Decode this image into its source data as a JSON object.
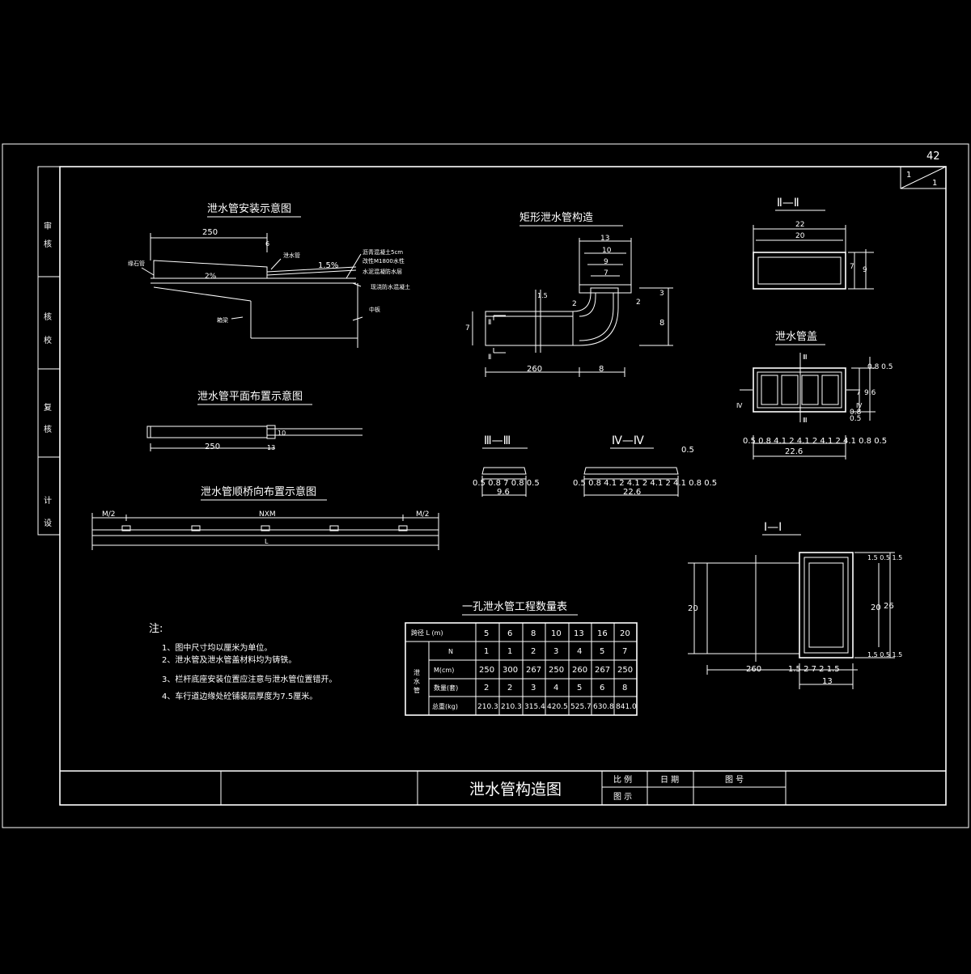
{
  "sheet_number": "42",
  "page_of": {
    "current": "1",
    "total": "1"
  },
  "side_labels": [
    "审",
    "核",
    "复",
    "计"
  ],
  "side_labels_2": [
    "核",
    "校",
    "核",
    "设"
  ],
  "titles": {
    "install": "泄水管安装示意图",
    "plan": "泄水管平面布置示意图",
    "along": "泄水管顺桥向布置示意图",
    "rect": "矩形泄水管构造",
    "sec2": "Ⅱ—Ⅱ",
    "cover": "泄水管盖",
    "sec3": "Ⅲ—Ⅲ",
    "sec4": "Ⅳ—Ⅳ",
    "sec1": "Ⅰ—Ⅰ",
    "table": "一孔泄水管工程数量表"
  },
  "install": {
    "dim_250": "250",
    "dim_6": "6",
    "slope_1": "1.5%",
    "slope_2": "2%",
    "lbl_drain": "泄水管",
    "lbl_left": "缘石管",
    "lbl_layer1": "沥青混凝土5cm",
    "lbl_layer2": "改性M1800水性",
    "lbl_layer3": "水泥混凝防水层",
    "lbl_layer4": "现浇防水混凝土",
    "lbl_beam": "箱梁",
    "lbl_mid": "中板"
  },
  "plan": {
    "dim_250": "250",
    "dim_13": "13",
    "dim_10": "10"
  },
  "along": {
    "m2_left": "M/2",
    "nxm": "NXM",
    "m2_right": "M/2",
    "l": "L"
  },
  "rect": {
    "d13": "13",
    "d10": "10",
    "d9": "9",
    "d7": "7",
    "d260": "260",
    "d8b": "8",
    "d8r": "8",
    "d3": "3",
    "d2a": "2",
    "d2b": "2",
    "d7l": "7",
    "d15": "1.5",
    "sec_label": "Ⅱ"
  },
  "sec2dims": {
    "d22": "22",
    "d20": "20",
    "d7": "7",
    "d9": "9"
  },
  "cover": {
    "dims_bottom": "0.5 0.8 4.1 2 4.1 2 4.1 2 4.1 0.8 0.5",
    "d226": "22.6",
    "d96": "9.6",
    "d_right_a": "0.8 0.5",
    "d_right_b": "7",
    "d_right_c": "0.8",
    "d_right_d": "0.5",
    "sec3": "Ⅲ",
    "sec4": "Ⅳ"
  },
  "sec3dims": {
    "dims": "0.5 0.8   7   0.8 0.5",
    "d96": "9.6"
  },
  "sec4dims": {
    "dims": "0.5 0.8 4.1 2 4.1 2 4.1 2 4.1 0.8 0.5",
    "d226": "22.6",
    "d05": "0.5"
  },
  "sec1dims": {
    "d20l": "20",
    "d20r": "20",
    "d26": "26",
    "d260": "260",
    "bottom": "1.5  2   7   2  1.5",
    "d13": "13",
    "right_top": "1.5 0.5 1.5",
    "right_bot": "1.5 0.5 1.5"
  },
  "notes": {
    "head": "注:",
    "items": [
      "1、图中尺寸均以厘米为单位。",
      "2、泄水管及泄水管盖材料均为铸铁。",
      "3、栏杆底座安装位置应注意与泄水管位置错开。",
      "4、车行道边缘处砼铺装层厚度为7.5厘米。"
    ]
  },
  "table": {
    "header_label": "跨径 L (m)",
    "spans": [
      "5",
      "6",
      "8",
      "10",
      "13",
      "16",
      "20"
    ],
    "group_label": "泄水管",
    "rows": [
      {
        "label": "N",
        "values": [
          "1",
          "1",
          "2",
          "3",
          "4",
          "5",
          "7"
        ]
      },
      {
        "label": "M(cm)",
        "values": [
          "250",
          "300",
          "267",
          "250",
          "260",
          "267",
          "250"
        ]
      },
      {
        "label": "数量(套)",
        "values": [
          "2",
          "2",
          "3",
          "4",
          "5",
          "6",
          "8"
        ]
      },
      {
        "label": "总重(kg)",
        "values": [
          "210.3",
          "210.3",
          "315.4",
          "420.5",
          "525.7",
          "630.8",
          "841.0"
        ]
      }
    ]
  },
  "title_block": {
    "drawing_title": "泄水管构造图",
    "scale": "比 例",
    "date": "日 期",
    "drawing_no": "图 号",
    "shown": "图 示"
  }
}
